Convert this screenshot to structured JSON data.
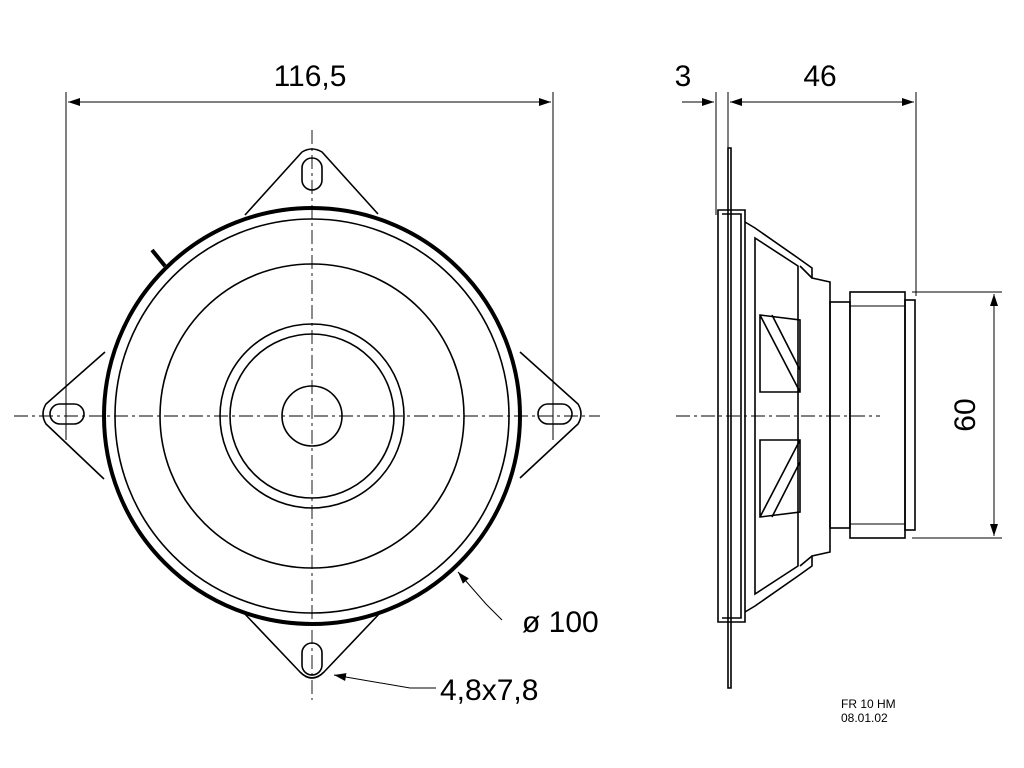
{
  "dimensions": {
    "width_overall": "116,5",
    "flange_thickness": "3",
    "depth": "46",
    "magnet_diameter": "60",
    "cone_diameter": "ø 100",
    "mounting_slot": "4,8x7,8"
  },
  "title_block": {
    "model": "FR 10 HM",
    "date": "08.01.02"
  }
}
